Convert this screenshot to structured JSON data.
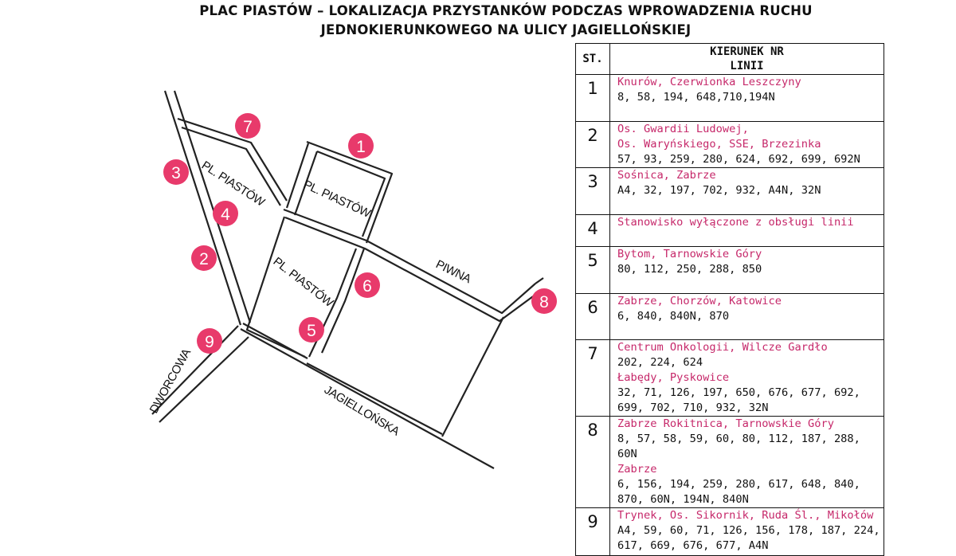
{
  "title": {
    "line1": "PLAC PIASTÓW – LOKALIZACJA PRZYSTANKÓW PODCZAS WPROWADZENIA RUCHU",
    "line2": "JEDNOKIERUNKOWEGO NA ULICY JAGIELLOŃSKIEJ"
  },
  "colors": {
    "marker": "#e83a6b",
    "direction_text": "#c6286a",
    "road": "#222222"
  },
  "map": {
    "streets": {
      "pl_piastow_a": "PL. PIASTÓW",
      "pl_piastow_b": "PL. PIASTÓW",
      "pl_piastow_c": "PL. PIASTÓW",
      "piwna": "PIWNA",
      "jagiellonska": "JAGIELLOŃSKA",
      "dworcowa": "DWORCOWA"
    },
    "markers": [
      "1",
      "2",
      "3",
      "4",
      "5",
      "6",
      "7",
      "8",
      "9"
    ]
  },
  "table": {
    "header": {
      "st": "ST.",
      "kierunek": "KIERUNEK NR LINII"
    },
    "rows": [
      {
        "st": "1",
        "entries": [
          {
            "dir": "Knurów, Czerwionka Leszczyny",
            "lines": "8, 58, 194, 648,710,194N"
          }
        ]
      },
      {
        "st": "2",
        "entries": [
          {
            "dir": "Os. Gwardii Ludowej,",
            "lines": ""
          },
          {
            "dir": "Os. Waryńskiego, SSE, Brzezinka",
            "lines": "57, 93, 259, 280, 624, 692, 699, 692N"
          }
        ]
      },
      {
        "st": "3",
        "entries": [
          {
            "dir": "Sośnica, Zabrze",
            "lines": "A4, 32, 197, 702, 932, A4N, 32N"
          }
        ]
      },
      {
        "st": "4",
        "entries": [
          {
            "dir": "Stanowisko wyłączone z obsługi linii",
            "lines": ""
          }
        ]
      },
      {
        "st": "5",
        "entries": [
          {
            "dir": "Bytom, Tarnowskie Góry",
            "lines": "80, 112, 250, 288, 850"
          }
        ]
      },
      {
        "st": "6",
        "entries": [
          {
            "dir": "Zabrze, Chorzów, Katowice",
            "lines": "6, 840, 840N, 870"
          }
        ]
      },
      {
        "st": "7",
        "entries": [
          {
            "dir": "Centrum Onkologii, Wilcze Gardło",
            "lines": "202, 224, 624"
          },
          {
            "dir": "Łabędy, Pyskowice",
            "lines": "32, 71, 126, 197, 650, 676, 677, 692, 699, 702, 710, 932, 32N"
          }
        ]
      },
      {
        "st": "8",
        "entries": [
          {
            "dir": "Zabrze Rokitnica, Tarnowskie Góry",
            "lines": "8, 57, 58, 59, 60, 80, 112, 187, 288, 60N"
          },
          {
            "dir": "Zabrze",
            "lines": "6, 156, 194, 259, 280, 617, 648, 840, 870, 60N, 194N, 840N"
          }
        ]
      },
      {
        "st": "9",
        "entries": [
          {
            "dir": "Trynek, Os. Sikornik, Ruda Śl., Mikołów",
            "lines": "A4, 59, 60, 71, 126, 156, 178, 187, 224, 617, 669, 676, 677, A4N"
          }
        ]
      }
    ]
  }
}
